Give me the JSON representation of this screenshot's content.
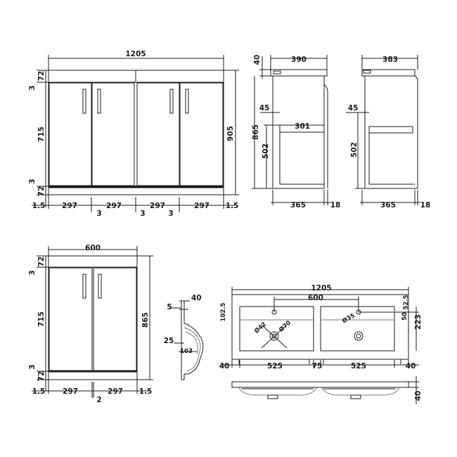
{
  "front_double": {
    "width_overall": "1205",
    "height_overall": "905",
    "top_plinth": "72",
    "top_gap": "3",
    "door_height": "715",
    "bottom_gap": "3",
    "bottom_plinth": "72",
    "side_gap_left": "1.5",
    "side_gap_right": "1.5",
    "door_widths": [
      "297",
      "297",
      "297",
      "297"
    ],
    "center_gaps": [
      "3",
      "3",
      "3"
    ]
  },
  "side_unit": {
    "depth_overall": "390",
    "top_thickness": "40",
    "height": "865",
    "shelf_offset": "45",
    "shelf_depth": "301",
    "shelf_height": "502",
    "base_depth": "365",
    "back_thickness": "18"
  },
  "side_unit_plain": {
    "depth_overall": "383",
    "shelf_offset": "45",
    "shelf_height": "502",
    "base_depth": "365",
    "back_thickness": "18"
  },
  "front_single": {
    "width_overall": "600",
    "height_overall": "865",
    "top_plinth": "72",
    "top_gap": "3",
    "door_height": "715",
    "bottom_gap": "3",
    "bottom_plinth": "72",
    "side_gap_left": "1.5",
    "side_gap_right": "1.5",
    "door_widths": [
      "297",
      "297"
    ],
    "center_gap": "2"
  },
  "basin_section": {
    "top_depth": "40",
    "rim": "5",
    "bowl_depth": "25",
    "bowl_inner": "103"
  },
  "basin_plan": {
    "width_overall": "1205",
    "bowl_width": "600",
    "front_offset": "102.5",
    "right_offset": "52.5",
    "tap_hole_dia": "Ø35",
    "waste_dia_inner": "Ø42",
    "waste_dia_outer": "Ø70",
    "edge_depth": "50",
    "depth": "223",
    "bowl_left": "525",
    "bowl_gap": "75",
    "bowl_right": "525",
    "edge_left": "40",
    "edge_right": "40"
  },
  "basin_front": {
    "thickness": "40"
  }
}
